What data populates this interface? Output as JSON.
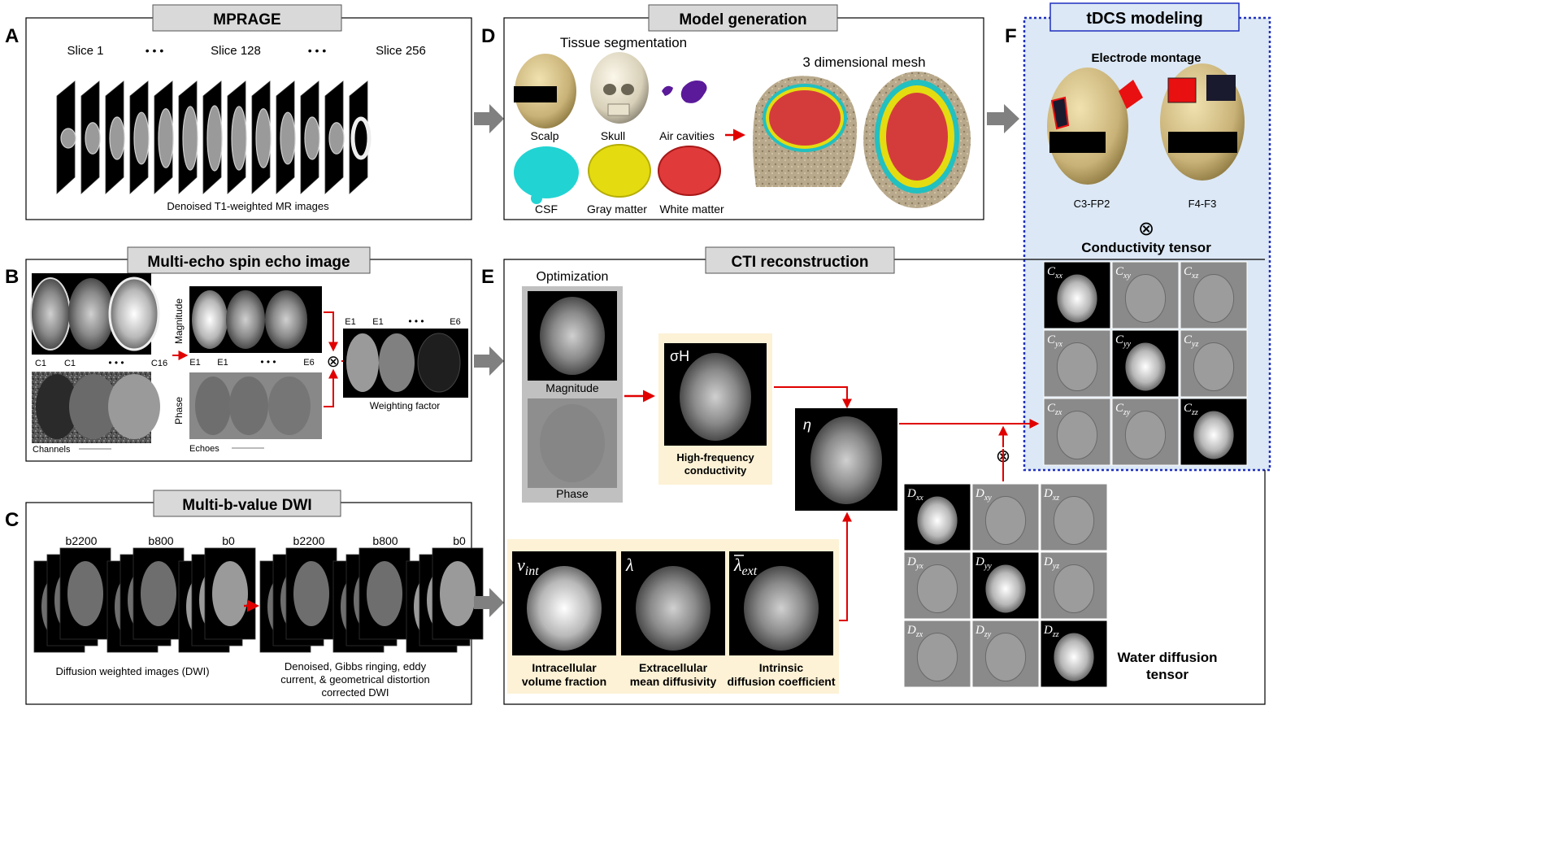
{
  "panels": {
    "A": {
      "letter": "A",
      "title": "MPRAGE",
      "slice_labels": [
        "Slice 1",
        "Slice 128",
        "Slice 256"
      ],
      "ellipsis": "• • •",
      "caption": "Denoised T1-weighted MR images"
    },
    "B": {
      "letter": "B",
      "title": "Multi-echo spin echo image",
      "coil_labels": [
        "C1",
        "C1",
        "C16"
      ],
      "echo_labels": [
        "E1",
        "E1",
        "E6"
      ],
      "weight_echo_labels": [
        "E1",
        "E1",
        "E6"
      ],
      "ellipsis": "• • •",
      "magnitude": "Magnitude",
      "phase": "Phase",
      "channels": "Channels",
      "echoes": "Echoes",
      "weighting_factor": "Weighting factor"
    },
    "C": {
      "letter": "C",
      "title": "Multi-b-value DWI",
      "b_labels": [
        "b2200",
        "b800",
        "b0"
      ],
      "caption_left": "Diffusion weighted images (DWI)",
      "caption_right": [
        "Denoised, Gibbs ringing, eddy",
        "current, & geometrical distortion",
        "corrected DWI"
      ]
    },
    "D": {
      "letter": "D",
      "title": "Model generation",
      "tissue_segmentation": "Tissue segmentation",
      "tissues": [
        "Scalp",
        "Skull",
        "Air cavities",
        "CSF",
        "Gray matter",
        "White matter"
      ],
      "mesh": "3 dimensional  mesh"
    },
    "E": {
      "letter": "E",
      "title": "CTI reconstruction",
      "optimization": "Optimization",
      "magnitude": "Magnitude",
      "phase": "Phase",
      "sigma_h": "σH",
      "hf_caption": [
        "High-frequency",
        "conductivity"
      ],
      "eta": "η",
      "params": [
        {
          "symbol": "v",
          "sub": "int",
          "caption": [
            "Intracellular",
            "volume fraction"
          ]
        },
        {
          "symbol": "λ",
          "sub": "",
          "caption": [
            "Extracellular",
            "mean diffusivity"
          ]
        },
        {
          "symbol": "λ",
          "sub": "ext",
          "caption": [
            "Intrinsic",
            "diffusion coefficient"
          ]
        }
      ],
      "d_tensor": [
        "xx",
        "xy",
        "xz",
        "yx",
        "yy",
        "yz",
        "zx",
        "zy",
        "zz"
      ],
      "d_symbol": "D",
      "water_tensor": [
        "Water diffusion",
        "tensor"
      ]
    },
    "F": {
      "letter": "F",
      "title": "tDCS modeling",
      "electrode_montage": "Electrode montage",
      "montages": [
        "C3-FP2",
        "F4-F3"
      ],
      "conductivity_tensor": "Conductivity tensor",
      "c_tensor": [
        "xx",
        "xy",
        "xz",
        "yx",
        "yy",
        "yz",
        "zx",
        "zy",
        "zz"
      ],
      "c_symbol": "C"
    }
  },
  "otimes": "⊗",
  "colors": {
    "title_bg": "#d9d9d9",
    "panel_f_bg": "#dce8f5",
    "panel_f_border": "#1f2fbf",
    "highlight_bg": "#fdf2d6",
    "red_arrow": "#e00000",
    "grey_arrow": "#808080",
    "csf": "#22d3d3",
    "gray_matter": "#e4dc10",
    "white_matter": "#e03a3a",
    "electrode_red": "#e81010",
    "electrode_dark": "#1a1a2e",
    "skin": "#d8c58c"
  }
}
